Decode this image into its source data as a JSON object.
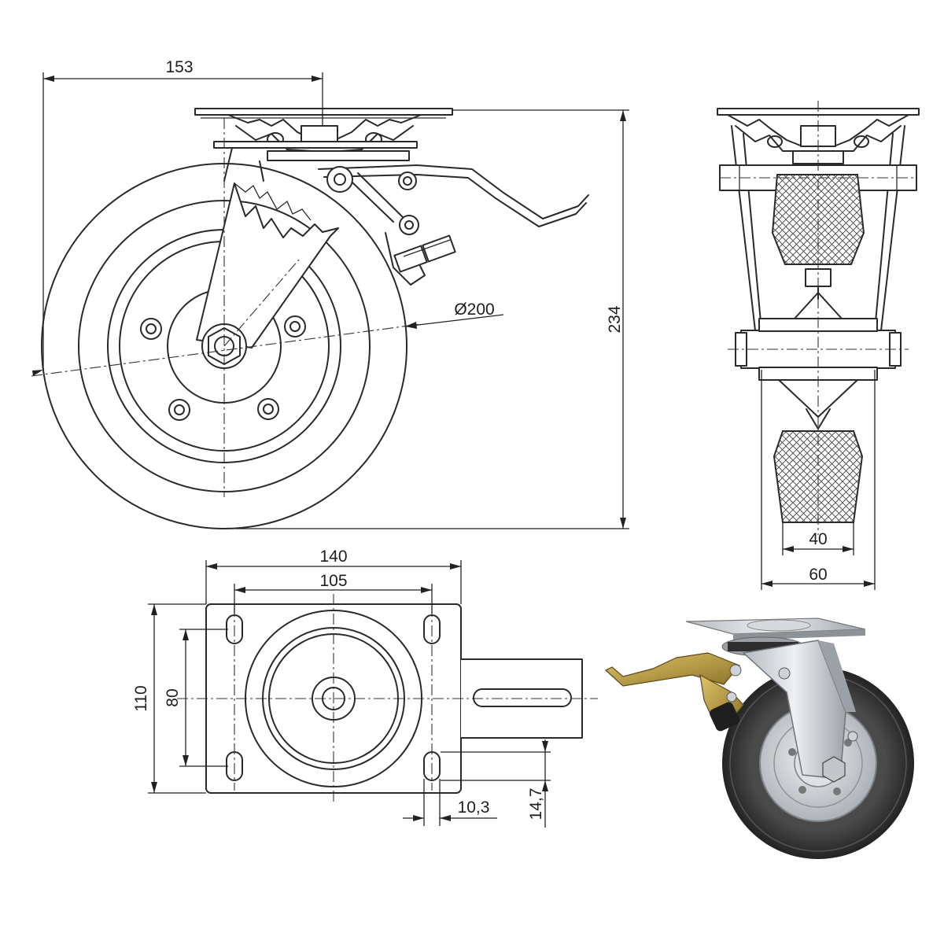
{
  "drawing": {
    "views": [
      "side-view",
      "front-view",
      "top-plate-view",
      "product-photo"
    ],
    "dimensions": {
      "offset": "153",
      "height": "234",
      "diameter": "Ø200",
      "plate_width": "140",
      "hole_spacing_x": "105",
      "plate_length": "110",
      "hole_spacing_y": "80",
      "slot_width": "10,3",
      "slot_length": "14,7",
      "tread_width": "40",
      "total_width": "60"
    },
    "colors": {
      "line": "#2a2a2a",
      "tire": "#3a3a3a",
      "rim": "#c9cdd2",
      "brake": "#b89a3a"
    },
    "icons": [
      "caster-wheel-icon"
    ]
  }
}
